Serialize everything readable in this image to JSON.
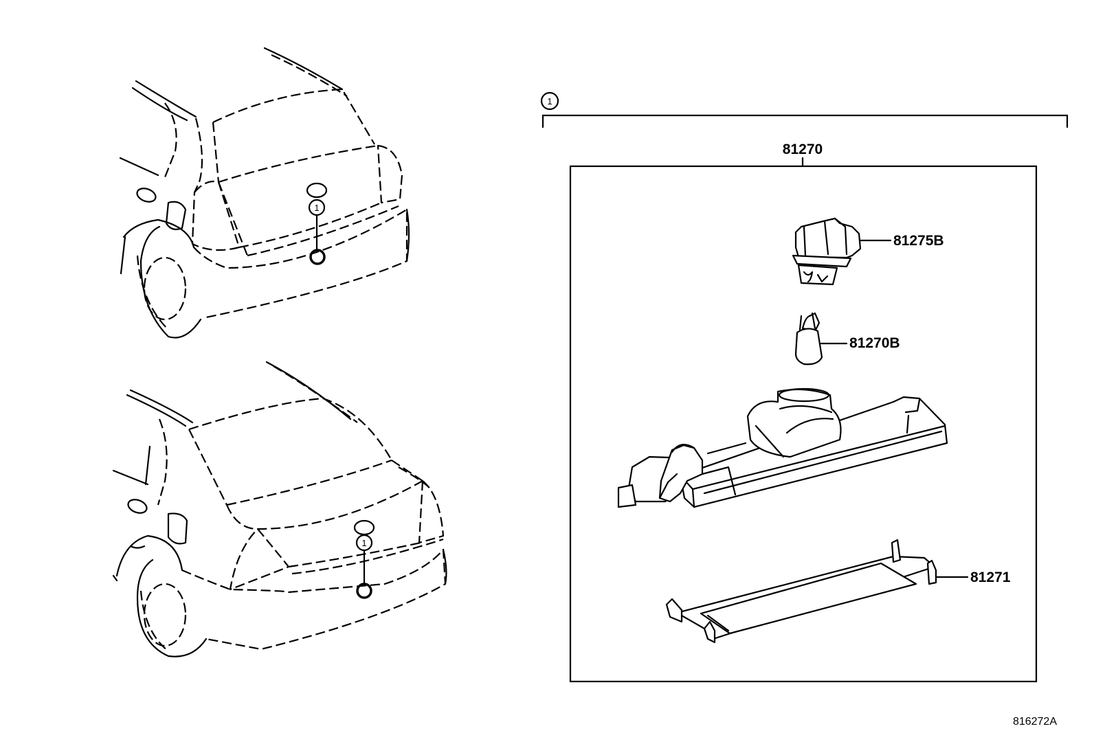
{
  "callout": {
    "ref": "1"
  },
  "assembly": {
    "number": "81270",
    "parts": [
      {
        "id": "socket",
        "number": "81275B"
      },
      {
        "id": "bulb",
        "number": "81270B"
      },
      {
        "id": "lens",
        "number": "81271"
      }
    ]
  },
  "diagram_code": "816272A"
}
